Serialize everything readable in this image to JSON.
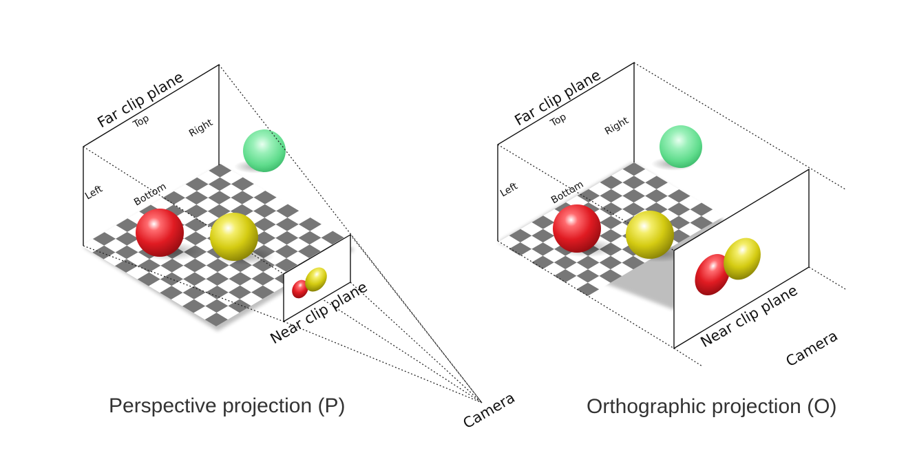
{
  "perspective": {
    "caption": "Perspective projection (P)",
    "far_label": "Far clip plane",
    "near_label": "Near clip plane",
    "top_label": "Top",
    "left_label": "Left",
    "right_label": "Right",
    "bottom_label": "Bottom",
    "camera_label": "Camera"
  },
  "orthographic": {
    "caption": "Orthographic projection (O)",
    "far_label": "Far clip plane",
    "near_label": "Near clip plane",
    "top_label": "Top",
    "left_label": "Left",
    "right_label": "Right",
    "bottom_label": "Bottom",
    "camera_label": "Camera"
  },
  "colors": {
    "red_sphere": "#e01b22",
    "yellow_sphere": "#d4cb12",
    "green_sphere": "#5fdc8c",
    "checker_dark": "#777777",
    "checker_light": "#ffffff"
  }
}
